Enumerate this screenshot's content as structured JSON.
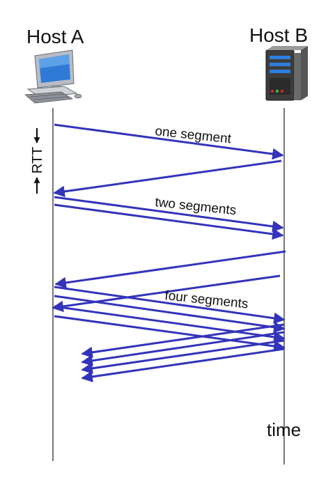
{
  "hosts": {
    "a": {
      "label": "Host A",
      "icon": "desktop-computer-icon"
    },
    "b": {
      "label": "Host B",
      "icon": "server-tower-icon"
    }
  },
  "rtt": {
    "label": "RTT"
  },
  "segment_labels": {
    "one": "one segment",
    "two": "two segments",
    "four": "four segments"
  },
  "time_label": "time",
  "colors": {
    "arrow": "#3333bb",
    "timeline": "#777777",
    "server_led_blue": "#2f7fe0",
    "server_led_green": "#22cc33",
    "server_led_red": "#dd2222"
  }
}
